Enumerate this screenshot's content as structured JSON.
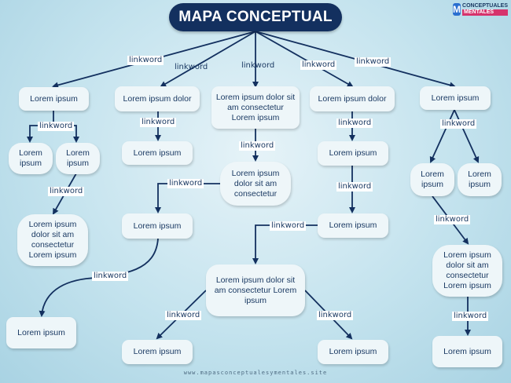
{
  "title": "MAPA CONCEPTUAL",
  "logo": {
    "line1": "CONCEPTUALES",
    "line2": "MENTALES",
    "mark": "M"
  },
  "footer": "www.mapasconceptualesymentales.site",
  "colors": {
    "title_bg": "#13305f",
    "node_bg": "#eef6f9",
    "edge": "#13305f",
    "text": "#1b3a63"
  },
  "linkwords": {
    "top_1": "linkword",
    "top_2": "linkword",
    "top_3": "linkword",
    "top_4": "linkword",
    "top_5": "linkword",
    "col1_split": "linkword",
    "col1_lower": "linkword",
    "col2_a": "linkword",
    "col2_b": "linkword",
    "col3_a": "linkword",
    "col3_b": "linkword",
    "col4_a": "linkword",
    "col4_b": "linkword",
    "col4_c": "linkword",
    "center_left": "linkword",
    "center_right": "linkword",
    "col5_split": "linkword",
    "col5_mid": "linkword",
    "col5_lower": "linkword"
  },
  "nodes": {
    "col1_top": "Lorem ipsum",
    "col1_left": "Lorem ipsum",
    "col1_right": "Lorem ipsum",
    "col1_detail": "Lorem ipsum dolor sit am consectetur Lorem ipsum",
    "col2_top": "Lorem ipsum dolor",
    "col2_mid": "Lorem ipsum",
    "col2_lower": "Lorem ipsum",
    "bottom_left": "Lorem ipsum",
    "col3_top": "Lorem ipsum dolor sit am consectetur Lorem ipsum",
    "col3_mid": "Lorem ipsum dolor sit am consectetur",
    "col4_top": "Lorem ipsum dolor",
    "col4_mid": "Lorem ipsum",
    "col4_lower": "Lorem ipsum",
    "center_big": "Lorem ipsum dolor sit am consectetur Lorem ipsum",
    "bottom_mid_left": "Lorem ipsum",
    "bottom_mid_right": "Lorem ipsum",
    "col5_top": "Lorem ipsum",
    "col5_left": "Lorem ipsum",
    "col5_right": "Lorem ipsum",
    "col5_detail": "Lorem ipsum dolor sit am consectetur Lorem ipsum",
    "col5_bottom": "Lorem ipsum"
  }
}
